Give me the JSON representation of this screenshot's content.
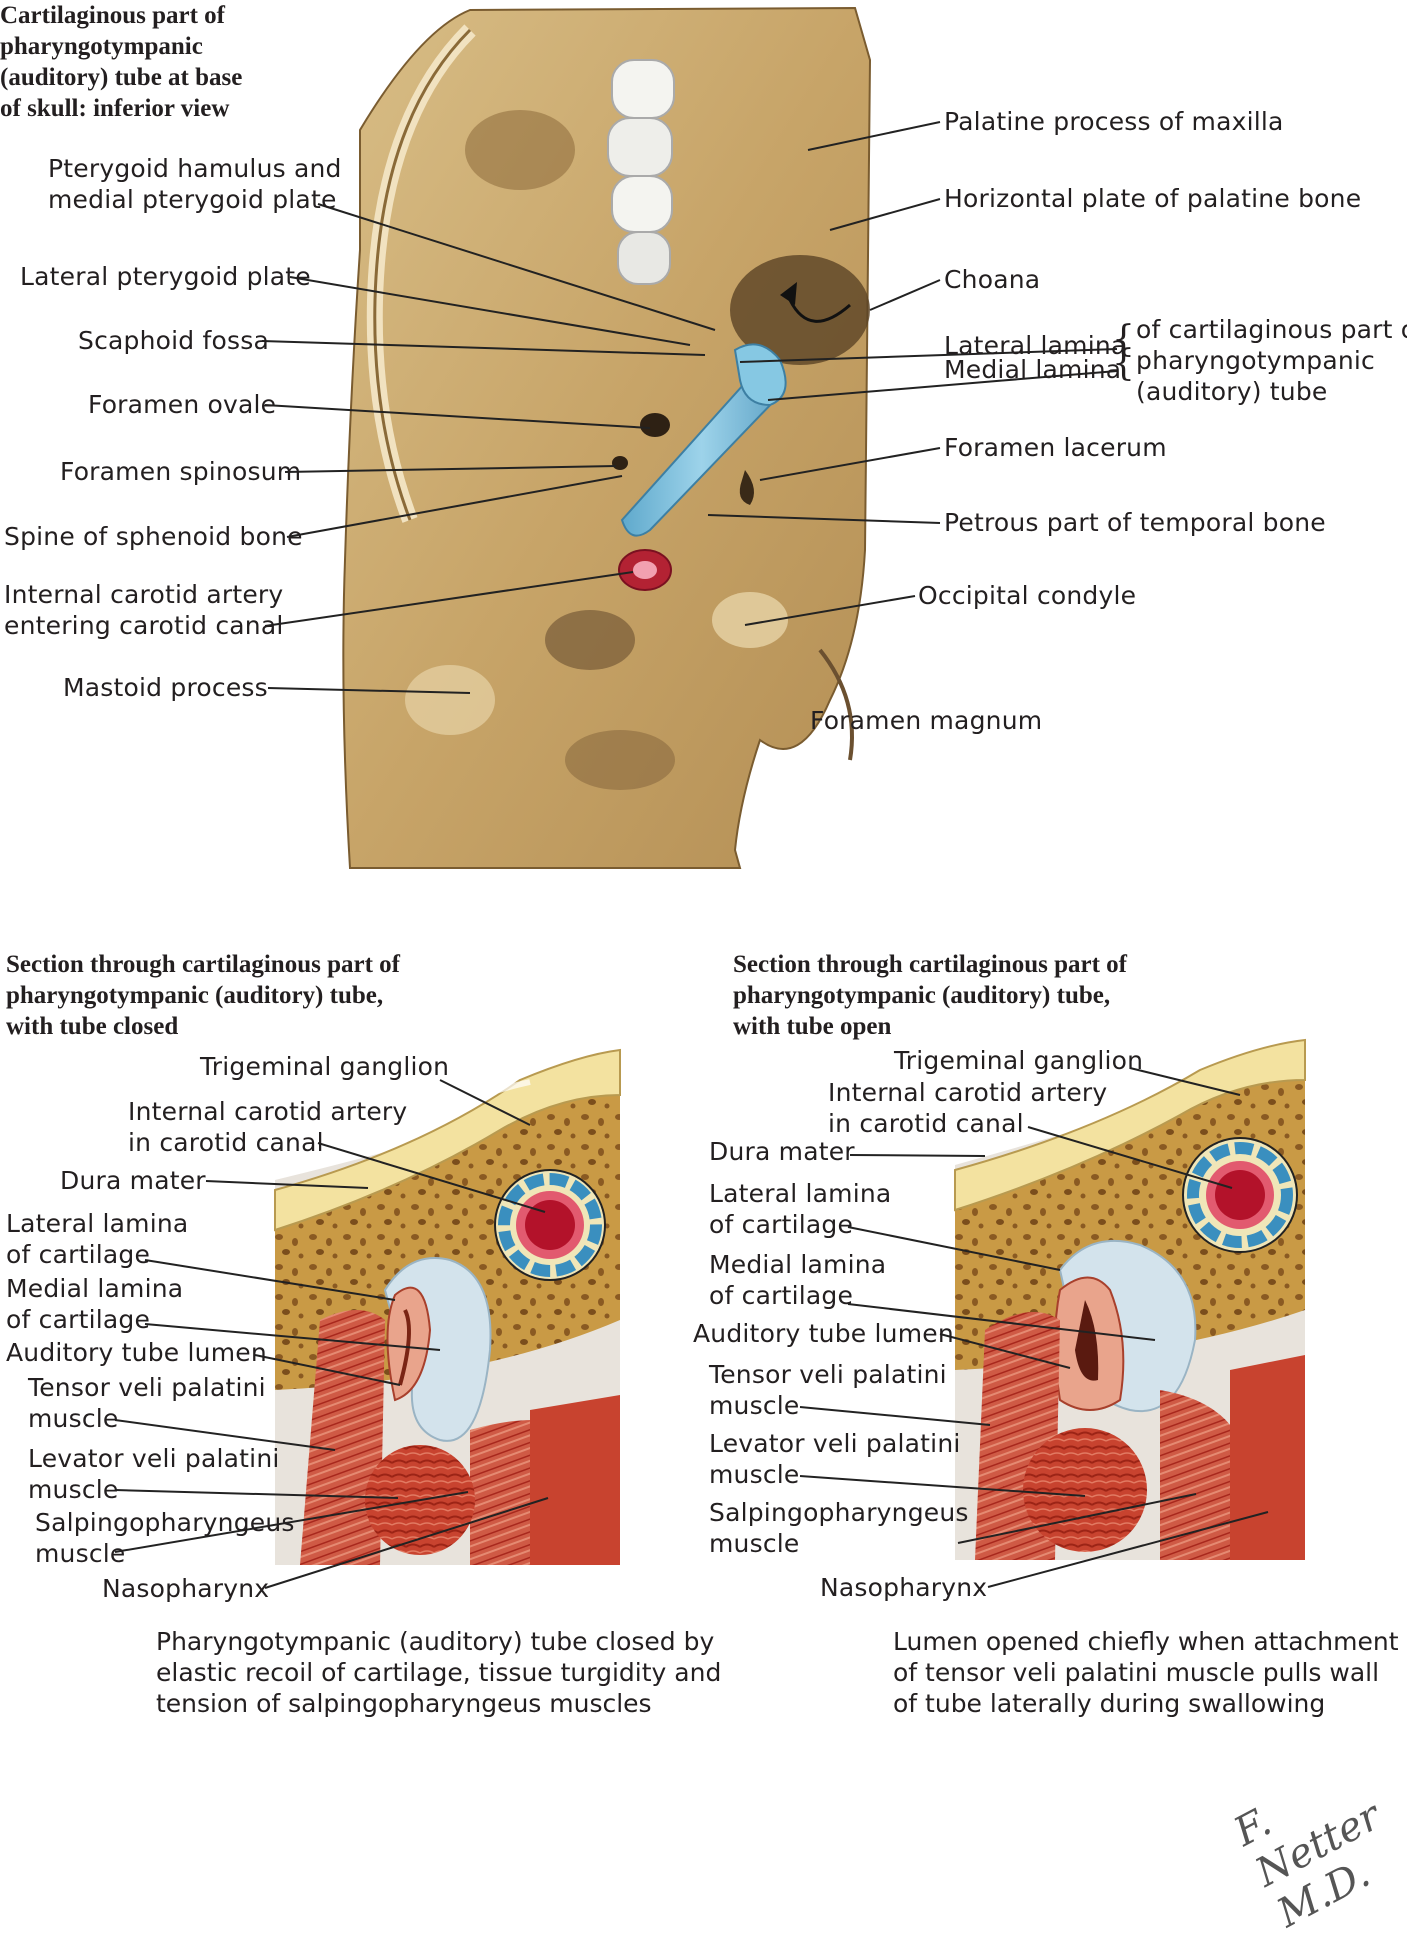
{
  "top": {
    "title": [
      "Cartilaginous part of",
      "pharyngotympanic",
      "(auditory) tube at base",
      "of skull: inferior view"
    ],
    "left_labels": [
      [
        "Pterygoid hamulus and",
        "medial pterygoid plate"
      ],
      [
        "Lateral pterygoid plate"
      ],
      [
        "Scaphoid fossa"
      ],
      [
        "Foramen ovale"
      ],
      [
        "Foramen spinosum"
      ],
      [
        "Spine of sphenoid bone"
      ],
      [
        "Internal carotid artery",
        "entering carotid canal"
      ],
      [
        "Mastoid process"
      ]
    ],
    "right_labels": [
      "Palatine process of maxilla",
      "Horizontal plate of palatine bone",
      "Choana",
      "Lateral lamina",
      "Medial lamina",
      "Foramen lacerum",
      "Petrous part of temporal bone",
      "Occipital condyle",
      "Foramen magnum"
    ],
    "lamina_group": [
      "of cartilaginous part of",
      "pharyngotympanic",
      "(auditory) tube"
    ]
  },
  "closed": {
    "title": [
      "Section through cartilaginous part of",
      "pharyngotympanic (auditory) tube,",
      "with tube closed"
    ],
    "labels": [
      [
        "Trigeminal ganglion"
      ],
      [
        "Internal carotid artery",
        "in carotid canal"
      ],
      [
        "Dura mater"
      ],
      [
        "Lateral lamina",
        "of cartilage"
      ],
      [
        "Medial lamina",
        "of cartilage"
      ],
      [
        "Auditory tube lumen"
      ],
      [
        "Tensor veli palatini",
        "muscle"
      ],
      [
        "Levator veli palatini",
        "muscle"
      ],
      [
        "Salpingopharyngeus",
        "muscle"
      ],
      [
        "Nasopharynx"
      ]
    ],
    "caption": [
      "Pharyngotympanic (auditory) tube closed by",
      "elastic recoil of cartilage, tissue turgidity and",
      "tension of salpingopharyngeus muscles"
    ]
  },
  "open": {
    "title": [
      "Section through cartilaginous part of",
      "pharyngotympanic (auditory) tube,",
      "with tube open"
    ],
    "labels": [
      [
        "Trigeminal ganglion"
      ],
      [
        "Internal carotid artery",
        "in carotid canal"
      ],
      [
        "Dura mater"
      ],
      [
        "Lateral lamina",
        "of cartilage"
      ],
      [
        "Medial lamina",
        "of cartilage"
      ],
      [
        "Auditory tube lumen"
      ],
      [
        "Tensor veli palatini",
        "muscle"
      ],
      [
        "Levator veli palatini",
        "muscle"
      ],
      [
        "Salpingopharyngeus",
        "muscle"
      ],
      [
        "Nasopharynx"
      ]
    ],
    "caption": [
      "Lumen opened chiefly when attachment",
      "of tensor veli palatini muscle pulls wall",
      "of tube laterally during swallowing"
    ]
  },
  "signature": "F. Netter M.D.",
  "colors": {
    "bone": "#c9a76a",
    "bone_dark": "#8c6a3a",
    "cartilage_blue": "#7ec3de",
    "artery_red": "#d42a3a",
    "muscle_red": "#c8432f",
    "fat_yellow": "#f3e2a0",
    "lumen_blue": "#cfe0ea"
  }
}
